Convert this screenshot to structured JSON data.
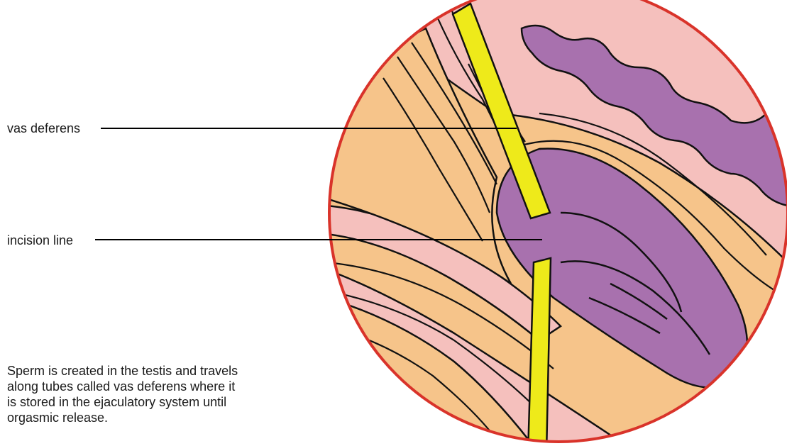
{
  "labels": {
    "vas_deferens": "vas deferens",
    "incision_line": "incision line"
  },
  "caption": {
    "lines": [
      "Sperm is created in the testis and travels",
      "along tubes called vas deferens where it",
      "is stored in the ejaculatory system until",
      "orgasmic release."
    ]
  },
  "colors": {
    "border": "#d9332a",
    "skin_pink": "#f5c0bd",
    "tissue_orange": "#f6c48a",
    "testis_purple": "#a871ae",
    "vas_yellow": "#eeea1a",
    "outline": "#111111"
  }
}
